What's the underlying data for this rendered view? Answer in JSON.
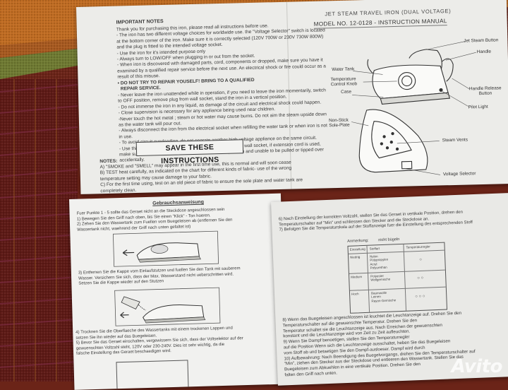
{
  "colors": {
    "cloth_red": "#6b2418",
    "cloth_orange": "#b8641f",
    "cloth_green": "#6f7a32",
    "paper": "#ecece9",
    "ink": "#333333"
  },
  "sheet_english": {
    "important_notes_title": "IMPORTANT NOTES",
    "notes_lines": [
      "Thank you for purchasing this iron, please read all instructions before use.",
      "- The iron has two different voltage choices for worldwide use. the \"Voltage Selector\" switch is located",
      "at the bottom corner of the iron. Make sure it is correctly selected (120V 700W or 230V 730W 800W)",
      "and the plug is fitted to the intended voltage socket.",
      "- Use the iron for it's intended purpose only",
      "- Always turn to LOW/OFF when plugging in or out from the socket.",
      "- When iron is discovered with damaged parts, cord, components or dropped, make sure you have it",
      "examined by a qualified repair service before the next use. An electrical shock or fire could occur  as a",
      "result of this misuse."
    ],
    "no_repair_title": "• DO NOT TRY TO REPAIR YOUSELF! BRING TO A QUALIFIED",
    "repair_service": "REPAIR SERVICE.",
    "safety_lines": [
      "- Never leave the iron unattended while in operation, if you need to leave the iron momentarily, switch",
      "to OFF position, remove plug from wall socket, stand the iron in a vertical position.",
      "- Do not immerse the iron in any liquid, as damage of the circuit and electrical shock could happen.",
      "- Close supervision is necessary for any appliance being used near children.",
      "-Never touch the hot metal ; steam or hot water may cause burns. Do not aim the steam upside down",
      "as the water tank will  pour out.",
      "- Always disconnect the iron from the electrical socket when refilling the water tank or when iron is not",
      "in use.",
      "- To avoid circuit overloading, do not operate another high voltage appliance on the same circuit.",
      "- Use this iron with connection to a direct \"10AMP\" minimum wall socket, if extension cord is used,",
      "make sure it is also \"10AMP\" minimum and in a safe position and unable to be pulled or tipped over",
      "accidentally."
    ],
    "save_button": "SAVE THESE INSTRUCTIONS",
    "notes_heading": "NOTES:",
    "notes_items": [
      "A)  \"SMOKE and \"SMELL\" may appear in the first time use, this is normal and will soon cease",
      "B)  TEST heat carefully, as indicated on the chart for different kinds of fabric- use of the wrong",
      "temperature setting may cause damage to your fabric.",
      "C) For the first time using, test on an old piece of fabric to ensure the sole plate and water tank are",
      "completely clean."
    ],
    "product_title": "JET STEAM TRAVEL IRON (DUAL VOLTAGE)",
    "model_line": "MODEL NO. 12-0128 - INSTRUCTION MANUAL",
    "labels": {
      "jet_steam_button": "Jet Steam Button",
      "handle": "Handle",
      "water_tank": "Water Tank",
      "temperature_control_knob": "Temperature\nControl Knob",
      "case": "Case",
      "handle_release_button": "Handle Release\nButton",
      "pilot_light": "Pilot Light",
      "non_stick_sole_plate": "Non-Stick\nSole-Plate",
      "steam_vents": "Steam Vents",
      "voltage_selector": "Voltage Selector"
    }
  },
  "sheet_german_left": {
    "title": "Gebrauchsanweisung",
    "intro_lines": [
      "Fuer Punkte 1 - 5 sollte das Geraet nicht an die Steckdose angeschlossen sein",
      "1)  Bewegen Sie den Griff nach oben, bis Sie einen \"Klick\" - Ton hoeren.",
      "2)  Zehen Sie den Wassertank zum Fuellen vom Buegeleisen ab (entfernen Sie den",
      "     Wassertank nicht, waehrend der Griff nach unten gefaltet ist)"
    ],
    "step3_lines": [
      "3) Entfernen Sie die Kappe vom Einlaufstutzen und fuellen Sie den Tank mit sauberem",
      "    Wasser. Versichern Sie sich, dass der Max. Wasserstand nicht ueberschritten wird.",
      "    Setzen Sie die Kappe wieder auf den Stutzen"
    ],
    "step45_lines": [
      "4)  Trocknen Sie die Oberflaeche des Wassertanks mit einem trockenen Lappen und",
      "     setzen Sie ihn wieder auf das Buegeleisen.",
      "5)  Bevor Sie das Geraet einschalten, vergewissern Sie sich, dass der Voltselektor auf der",
      "     gewuenschten Voltzahl steht, 120V oder 230-240V. Dies ist sehr wichtig, da die",
      "     falsche Einstellung das Geraet beschaedigen wird."
    ]
  },
  "sheet_german_right": {
    "step6_lines": [
      "6)  Nach Einstellung der korrekten Voltzahl, stellen Sie das Geraet in vertikale Position, drehen den",
      "     Temperaturschalter auf \"Min\" und schliessen den Stecker and die Steckdose an.",
      "7)   Befolgen Sie die Temperaturskala auf der Stoffanzeige fuer die Einstellung des entsprechenden Stoff"
    ],
    "table": {
      "caption": "Anmerkung:",
      "not_iron": "nicht bügeln",
      "headers": [
        "Einstellung",
        "Stoffart",
        "Temperaturregler"
      ],
      "rows": [
        {
          "setting": "Niedrig",
          "fabric": "Nylon\nPolypropylen\nAcryl\nPolyurethan",
          "dots": "○"
        },
        {
          "setting": "Medium",
          "fabric": "Polyester\nWollgemische",
          "dots": "○ ○"
        },
        {
          "setting": "Hoch",
          "fabric": "Baumwolle\nLeinen\nRayon-Gemische",
          "dots": "○ ○ ○"
        }
      ]
    },
    "step8_lines": [
      "8)  Wenn das Buegeleisen angeschlossen ist leuchtet die Leuchtanzeige auf. Drehen Sie den",
      "     Temperaturschalter auf die gewuenschte Temperatur. Drehen Sie den",
      "     Temperatur schaltet sie die Leuchtanzeige aus. Nach Erreichen der gewuenschten",
      "     konstant und die Leuchtanzeige wird von Zeit zu Zeit aufleuchten.",
      "9)  Wenn Sie Dampf benoetigen, stellen Sie den Temperaturregler",
      "     auf die Position          Wenn sich die Leuchtanzeige ausschaltet, heben Sie das Buegeleisen",
      "     vom Stoff ab und betaetigen Sie den Dampf-ausloeser. Dampf wird durch",
      "10) Aufbewahrung: Nach Beendigung des Buegelvorgangs, drehen Sie den Temperaturschalter auf",
      "     \"Min\", ziehen den Stecker aus der Steckdose und entleeren den Wassertank. Stellen Sie das",
      "     Buegeleisen zum Abkuehlen in eine vertikale Position. Drehen Sie den",
      "     falten den Griff nach unten."
    ]
  },
  "watermark": "Avito"
}
